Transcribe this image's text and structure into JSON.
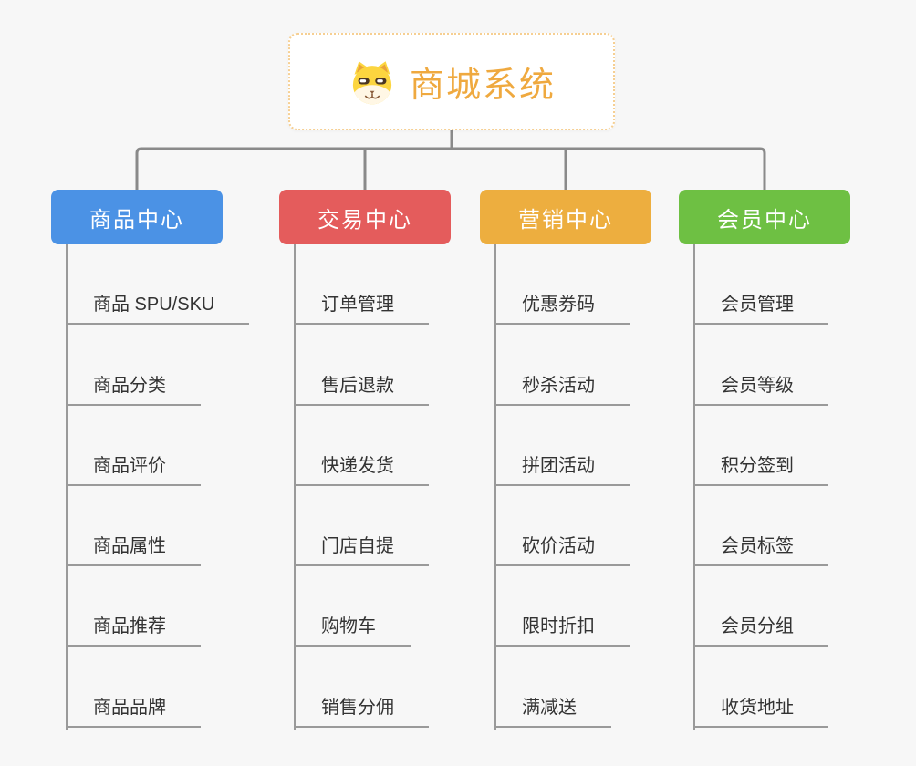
{
  "root": {
    "title": "商城系统",
    "icon": "dog-face-icon"
  },
  "branches": [
    {
      "label": "商品中心",
      "color": "#4b92e5",
      "items": [
        "商品 SPU/SKU",
        "商品分类",
        "商品评价",
        "商品属性",
        "商品推荐",
        "商品品牌"
      ]
    },
    {
      "label": "交易中心",
      "color": "#e45c5c",
      "items": [
        "订单管理",
        "售后退款",
        "快递发货",
        "门店自提",
        "购物车",
        "销售分佣"
      ]
    },
    {
      "label": "营销中心",
      "color": "#edae3f",
      "items": [
        "优惠券码",
        "秒杀活动",
        "拼团活动",
        "砍价活动",
        "限时折扣",
        "满减送"
      ]
    },
    {
      "label": "会员中心",
      "color": "#6ec043",
      "items": [
        "会员管理",
        "会员等级",
        "积分签到",
        "会员标签",
        "会员分组",
        "收货地址"
      ]
    }
  ],
  "palette": {
    "background": "#f7f7f7",
    "connector_line": "#8a8a8a",
    "leaf_line": "#9a9a9a",
    "root_text": "#efa93f",
    "root_border": "#f6cf92",
    "leaf_text": "#333333"
  }
}
